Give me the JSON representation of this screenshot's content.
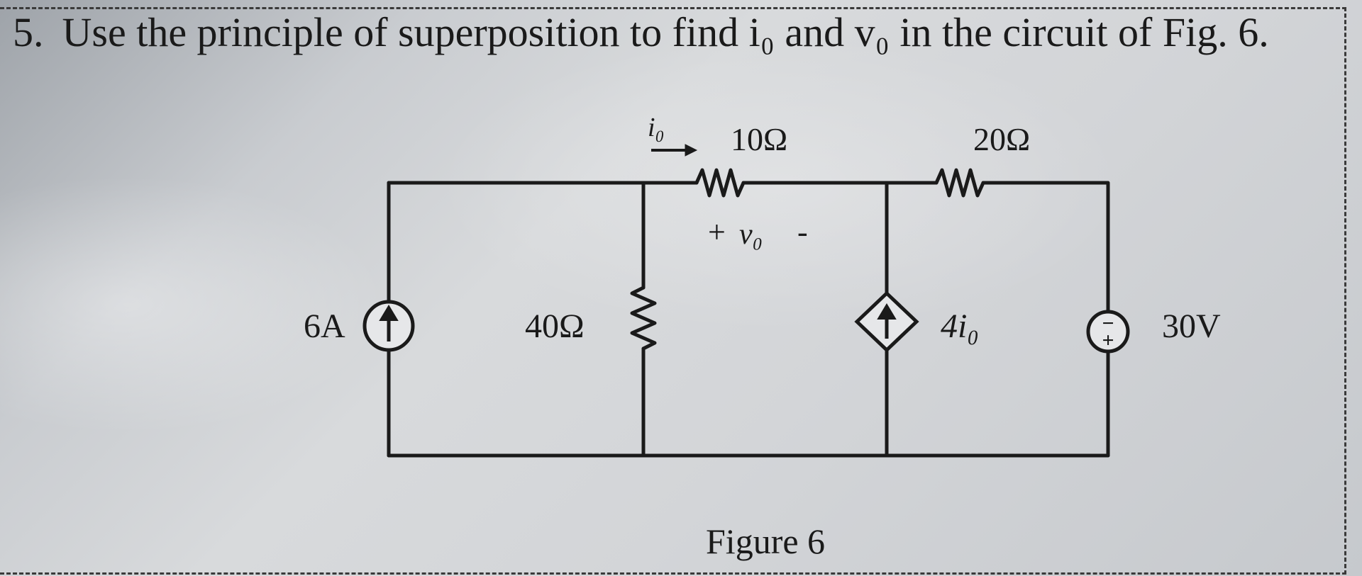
{
  "question": {
    "number": "5.",
    "text": "Use the principle of superposition to find i₀ and v₀ in the circuit of Fig. 6."
  },
  "circuit": {
    "current_label": "i₀",
    "resistor_top_left": "10Ω",
    "resistor_top_right": "20Ω",
    "voltage_label_plus": "+",
    "voltage_label_var": "v₀",
    "voltage_label_minus": "-",
    "current_source": "6A",
    "resistor_shunt": "40Ω",
    "dependent_source": "4i₀",
    "voltage_source": "30V",
    "voltage_source_plus": "+",
    "voltage_source_minus": "−"
  },
  "figure_caption": "Figure 6"
}
